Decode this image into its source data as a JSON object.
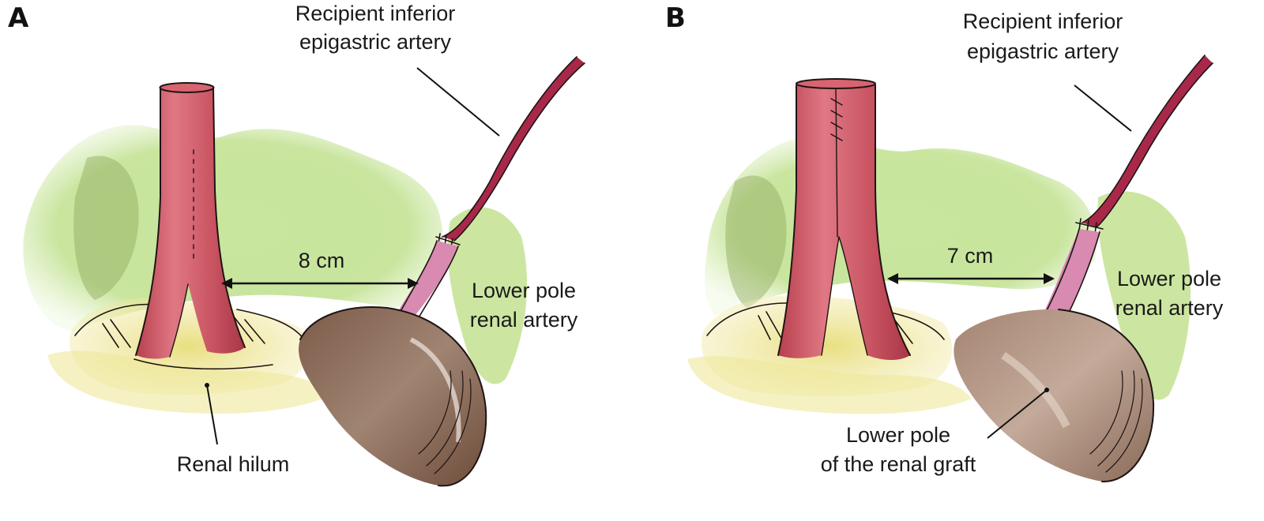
{
  "panels": [
    {
      "letter": "A",
      "labels": {
        "recipient_line1": "Recipient inferior",
        "recipient_line2": "epigastric artery",
        "distance": "8 cm",
        "lower_pole_line1": "Lower pole",
        "lower_pole_line2": "renal artery",
        "hilum": "Renal hilum"
      }
    },
    {
      "letter": "B",
      "labels": {
        "recipient_line1": "Recipient inferior",
        "recipient_line2": "epigastric artery",
        "distance": "7 cm",
        "lower_pole_line1": "Lower pole",
        "lower_pole_line2": "renal artery",
        "graft_line1": "Lower pole",
        "graft_line2": "of the renal graft"
      }
    }
  ],
  "colors": {
    "tissue_green": "#bfe08a",
    "fat_yellow": "#e3d56a",
    "vessel_red": "#c9505c",
    "artery_dark": "#9e2040",
    "kidney_brown": "#8a6a58"
  }
}
